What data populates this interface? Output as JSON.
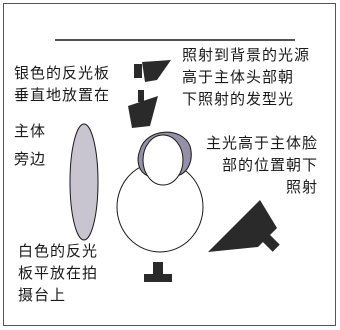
{
  "labels": {
    "silver_reflector": [
      "银色的反光板",
      "垂直地放置在"
    ],
    "beside_subject": [
      "主体",
      "旁边"
    ],
    "hair_light": [
      "照射到背景的光源",
      "高于主体头部朝",
      "下照射的发型光"
    ],
    "key_light": [
      "主光高于主体脸",
      "部的位置朝下",
      "照射"
    ],
    "white_reflector": [
      "白色的反光",
      "板平放在拍",
      "摄台上"
    ]
  },
  "colors": {
    "line": "#1a1a1a",
    "reflector_fill": "#c8c4d0",
    "hair_fill": "#9590a6",
    "lamp_fill": "#2a2a2a"
  }
}
